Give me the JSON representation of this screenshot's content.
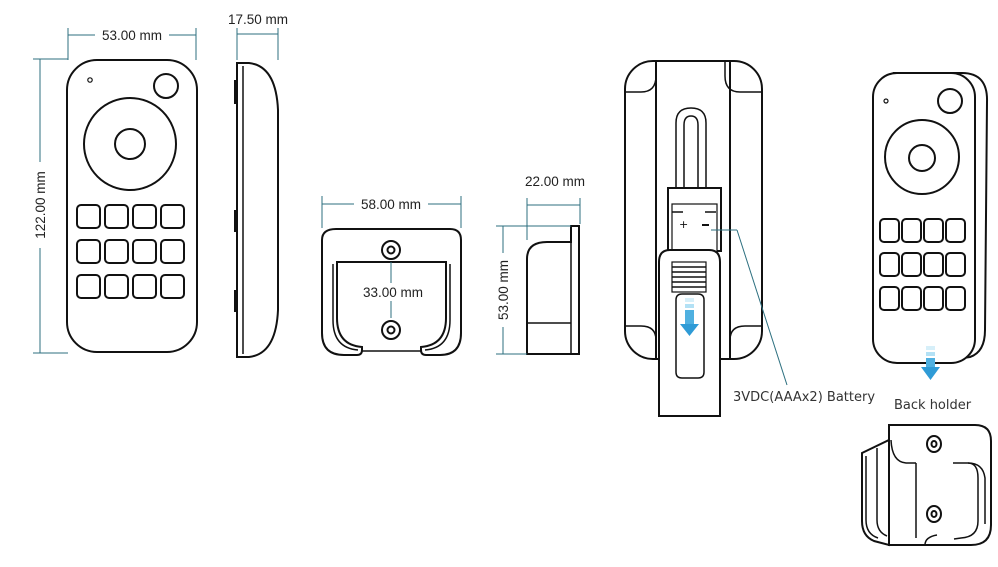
{
  "dimensions": {
    "remote_width": "53.00 mm",
    "remote_height": "122.00 mm",
    "remote_depth": "17.50 mm",
    "holder_width": "58.00 mm",
    "hole_spacing": "33.00 mm",
    "holder_depth": "22.00 mm",
    "holder_height": "53.00 mm"
  },
  "labels": {
    "battery": "3VDC(AAAx2) Battery",
    "back_holder": "Back holder"
  },
  "colors": {
    "dimension_line": "#2c6f7f",
    "outline": "#111111",
    "arrow": "#3aa3d8"
  }
}
